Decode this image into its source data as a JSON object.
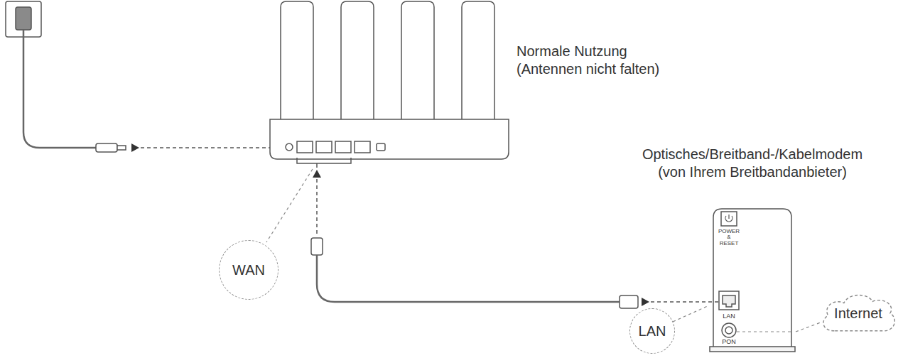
{
  "diagram": {
    "nodes": [
      {
        "text": [
          "Optisches/Breitband-/Kabelmodem (von Ihrem Breitbandanbieter)",
          "POWER & RESET",
          "LAN",
          "PON"
        ]
      },
      {
        "text": [
          "WAN"
        ]
      },
      {
        "text": [
          "LAN"
        ]
      },
      {
        "text": [
          "Internet"
        ]
      }
    ],
    "edges": [
      {
        "from": 2,
        "to": 0,
        "arrow": "none"
      },
      {
        "from": 0,
        "to": 3,
        "arrow": "none"
      }
    ],
    "labels": [
      "Normale Nutzung (Antennen nicht falten)"
    ]
  }
}
